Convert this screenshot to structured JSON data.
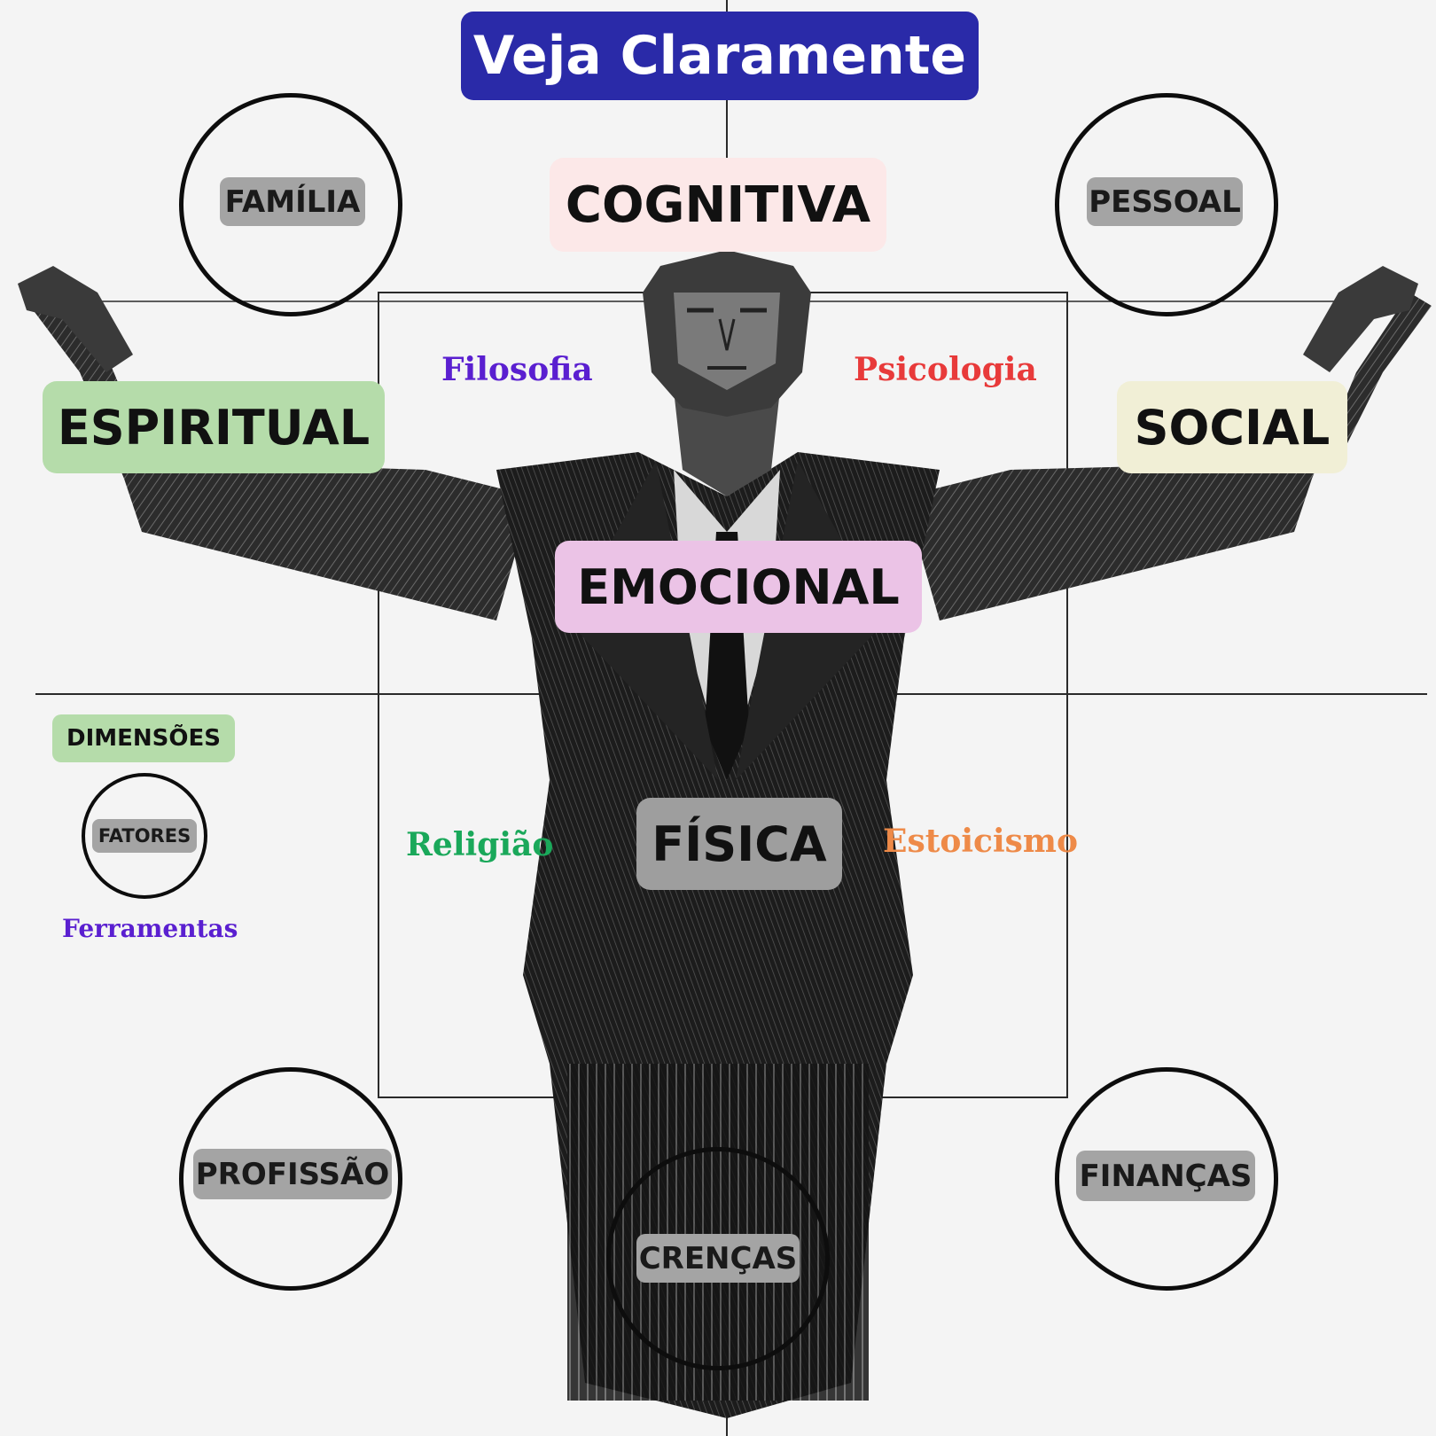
{
  "title": "Veja Claramente",
  "dimensions": {
    "cognitiva": "COGNITIVA",
    "espiritual": "ESPIRITUAL",
    "social": "SOCIAL",
    "emocional": "EMOCIONAL",
    "fisica": "FÍSICA"
  },
  "factors": {
    "familia": "FAMÍLIA",
    "pessoal": "PESSOAL",
    "profissao": "PROFISSÃO",
    "financas": "FINANÇAS",
    "crencas": "CRENÇAS"
  },
  "tools": {
    "filosofia": "Filosofia",
    "psicologia": "Psicologia",
    "religiao": "Religião",
    "estoicismo": "Estoicismo"
  },
  "legend": {
    "dimensoes": "DIMENSÕES",
    "fatores": "FATORES",
    "ferramentas": "Ferramentas"
  },
  "colors": {
    "title_bg": "#2a2aa8",
    "cognitiva_bg": "#fce8e8",
    "espiritual_bg": "#b5dcaa",
    "social_bg": "#f1efd6",
    "emocional_bg": "#ebc3e6",
    "fisica_bg": "#9e9e9e",
    "factor_tag_bg": "#a4a4a4",
    "filosofia": "#5a1fd0",
    "psicologia": "#e83a3a",
    "religiao": "#1aa85a",
    "estoicismo": "#ee8a48",
    "ferramentas": "#5a1fd0"
  },
  "icons": [
    "man-with-open-arms-illustration"
  ]
}
